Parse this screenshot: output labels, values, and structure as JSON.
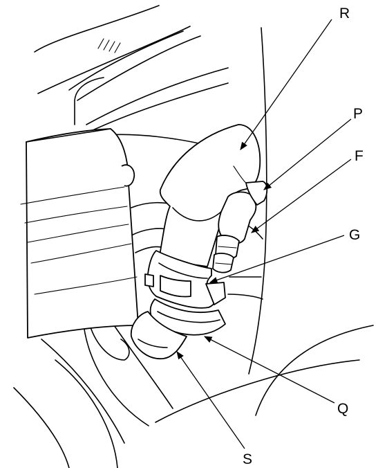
{
  "diagram": {
    "callouts": [
      {
        "id": "R",
        "label": "R"
      },
      {
        "id": "P",
        "label": "P"
      },
      {
        "id": "F",
        "label": "F"
      },
      {
        "id": "G",
        "label": "G"
      },
      {
        "id": "Q",
        "label": "Q"
      },
      {
        "id": "S",
        "label": "S"
      }
    ]
  }
}
